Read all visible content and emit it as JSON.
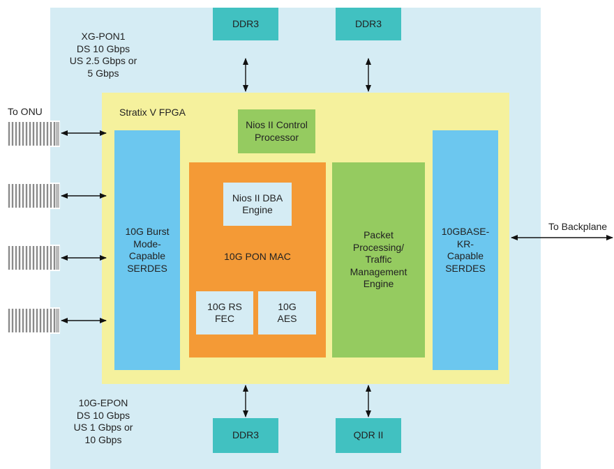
{
  "colors": {
    "outer_board": "#d5ecf4",
    "fpga": "#f5f19d",
    "memory": "#41c1c1",
    "control": "#95cb60",
    "serdes": "#6cc7ef",
    "mac": "#f49a36",
    "sub_block": "#d5ecf4"
  },
  "labels": {
    "xgpon": "XG-PON1\nDS 10 Gbps\nUS 2.5 Gbps or\n5 Gbps",
    "epon": "10G-EPON\nDS 10 Gbps\nUS 1 Gbps or\n10 Gbps",
    "to_onu": "To ONU",
    "to_backplane": "To Backplane",
    "fpga_title": "Stratix V FPGA"
  },
  "blocks": {
    "ddr3_top_left": "DDR3",
    "ddr3_top_right": "DDR3",
    "ddr3_bottom": "DDR3",
    "qdr2_bottom": "QDR II",
    "nios_control": "Nios II Control\nProcessor",
    "serdes_left": "10G Burst\nMode-\nCapable\nSERDES",
    "pon_mac": "10G PON MAC",
    "nios_dba": "Nios II DBA\nEngine",
    "rs_fec": "10G RS\nFEC",
    "aes": "10G\nAES",
    "packet_engine": "Packet\nProcessing/\nTraffic\nManagement\nEngine",
    "serdes_right": "10GBASE-\nKR-\nCapable\nSERDES"
  },
  "icons": [
    "optical-transceiver-icon",
    "optical-transceiver-icon",
    "optical-transceiver-icon",
    "optical-transceiver-icon"
  ]
}
